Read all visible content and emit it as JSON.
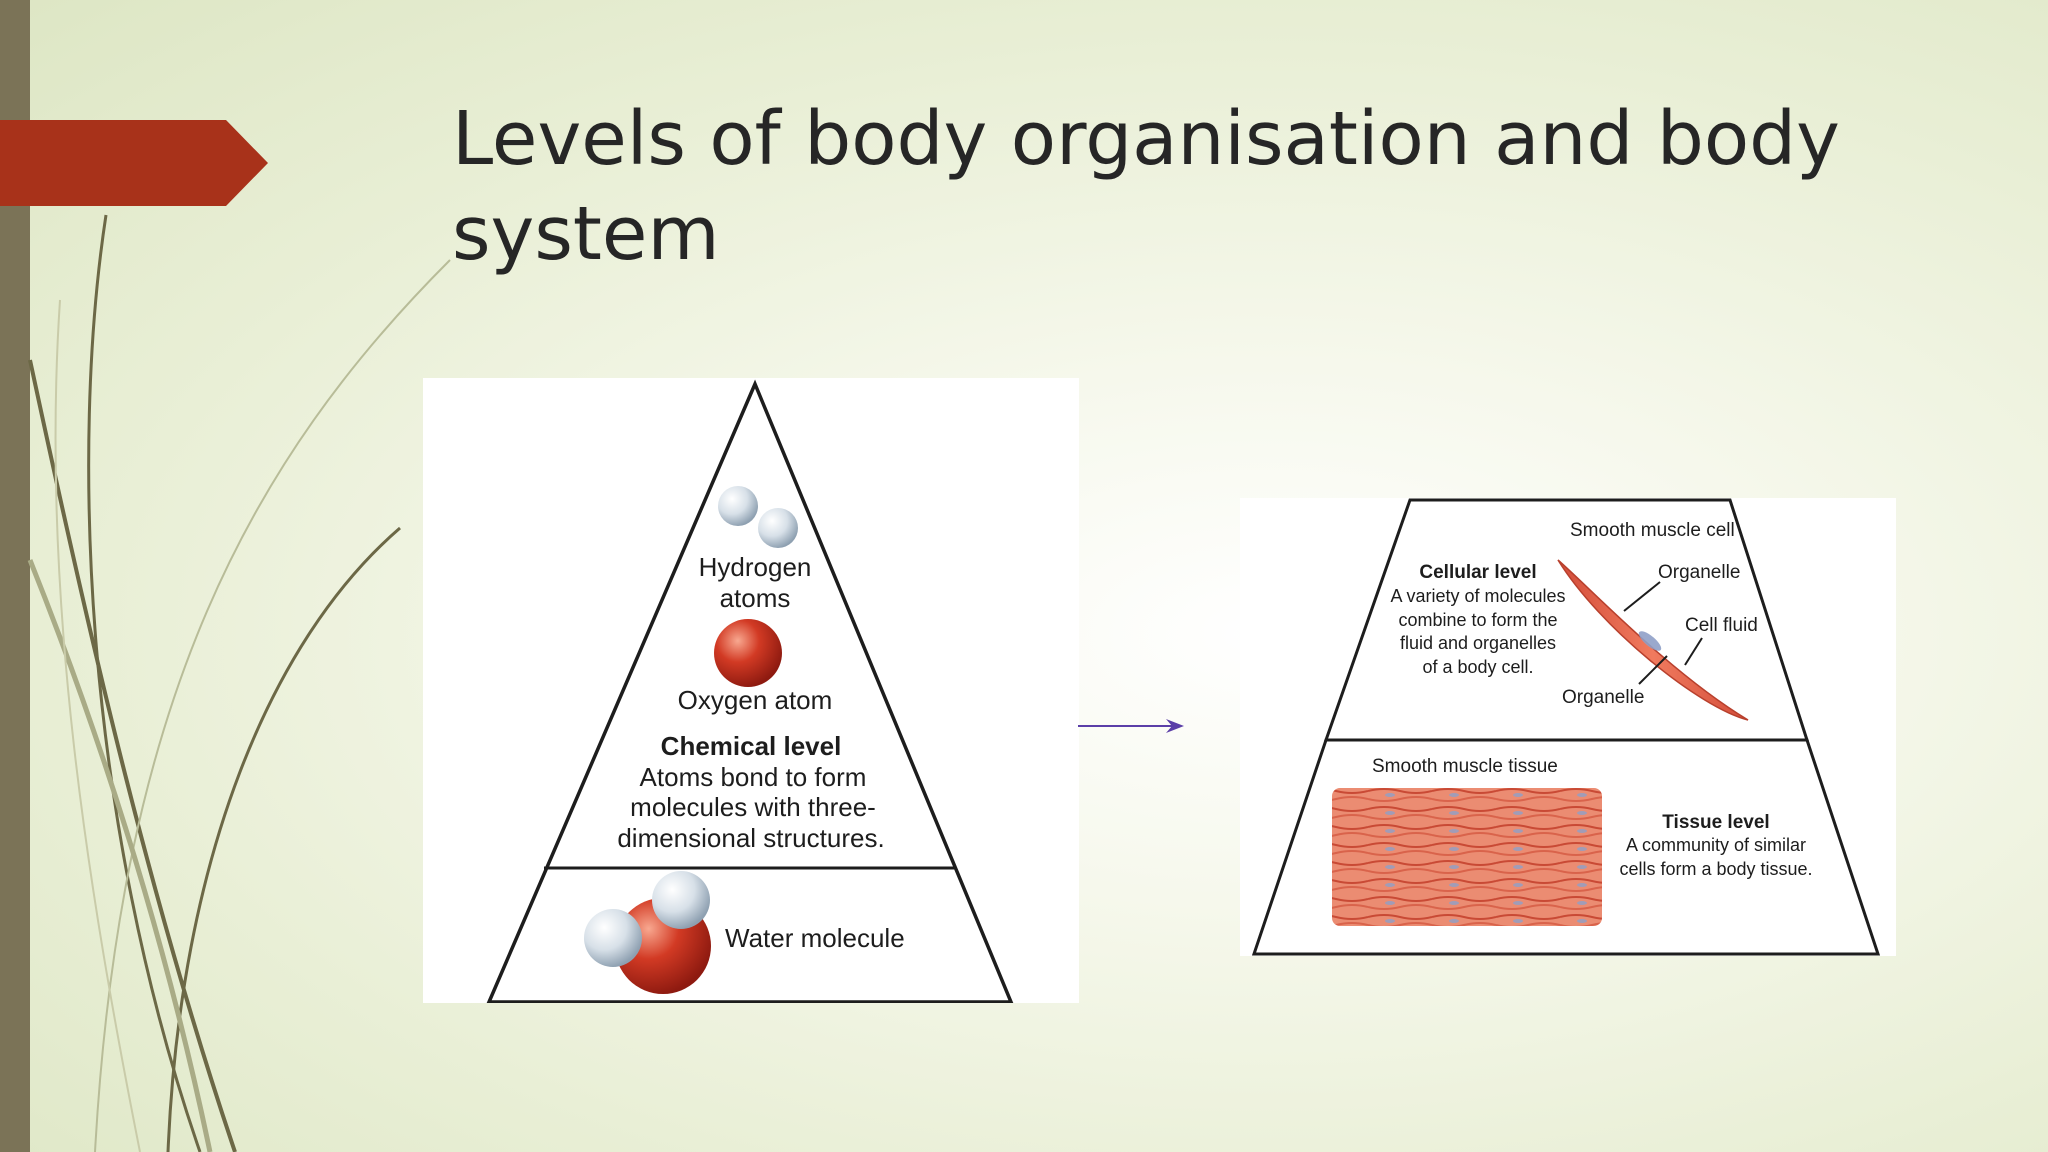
{
  "slide": {
    "title": "Levels of body organisation and body system",
    "colors": {
      "accent": "#a8321a",
      "side_bar": "#7b7357",
      "background": "#e9efd6",
      "connector": "#5b3fa8"
    }
  },
  "chemical_level": {
    "hydrogen_label": [
      "Hydrogen",
      "atoms"
    ],
    "oxygen_label": "Oxygen atom",
    "heading": "Chemical level",
    "description": [
      "Atoms bond to form",
      "molecules with three-",
      "dimensional structures."
    ],
    "water_label": "Water molecule"
  },
  "cellular_level": {
    "cell_label": "Smooth muscle cell",
    "organelle_label_top": "Organelle",
    "cell_fluid_label": "Cell fluid",
    "organelle_label_bottom": "Organelle",
    "heading": "Cellular level",
    "description": [
      "A variety of molecules",
      "combine to form the",
      "fluid and organelles",
      "of a body cell."
    ]
  },
  "tissue_level": {
    "tissue_label": "Smooth muscle tissue",
    "heading": "Tissue level",
    "description": [
      "A community of similar",
      "cells form a body tissue."
    ]
  }
}
